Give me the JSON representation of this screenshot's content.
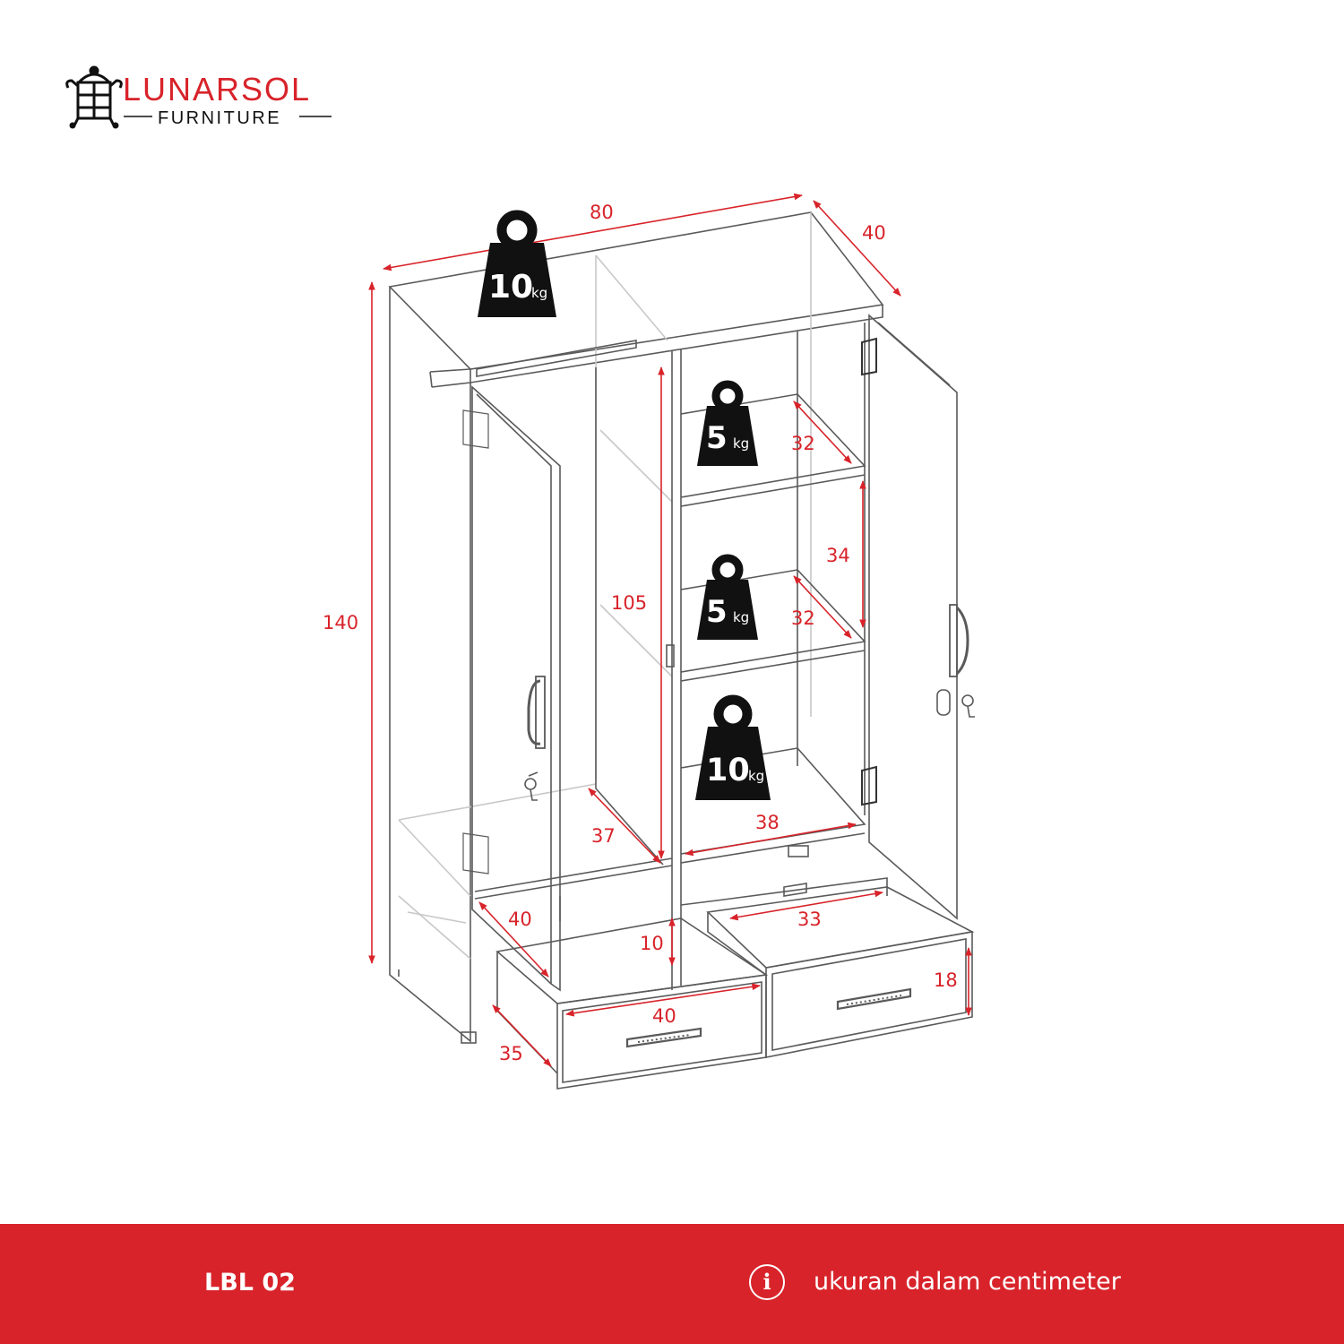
{
  "brand": {
    "name": "LUNARSOL",
    "tagline": "FURNITURE"
  },
  "colors": {
    "accent": "#d8232a",
    "line": "#555555",
    "weight_icon": "#111111"
  },
  "dimensions": {
    "width": "80",
    "depth": "40",
    "height": "140",
    "inner_height_left": "105",
    "shelf_depth_upper": "32",
    "shelf_spacing": "34",
    "shelf_depth_middle": "32",
    "left_compartment_depth": "37",
    "right_compartment_width": "38",
    "left_lower_depth": "40",
    "inner_drawer_height": "10",
    "right_drawer_inner_width": "33",
    "front_drawer_width": "40",
    "front_drawer_depth": "35",
    "right_drawer_height": "18"
  },
  "weights": [
    {
      "value": "10",
      "unit": "kg",
      "location": "top"
    },
    {
      "value": "5",
      "unit": "kg",
      "location": "upper-shelf"
    },
    {
      "value": "5",
      "unit": "kg",
      "location": "middle-shelf"
    },
    {
      "value": "10",
      "unit": "kg",
      "location": "lower-shelf"
    }
  ],
  "footer": {
    "model_code": "LBL 02",
    "info_icon": "i",
    "note": "ukuran dalam centimeter"
  }
}
